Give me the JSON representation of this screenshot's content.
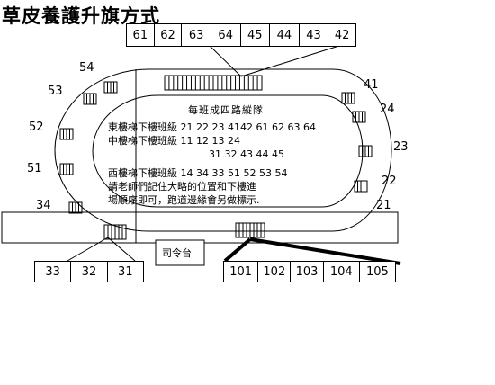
{
  "title": "草皮養護升旗方式",
  "top_row": [
    "61",
    "62",
    "63",
    "64",
    "45",
    "44",
    "43",
    "42"
  ],
  "left_row": [
    "33",
    "32",
    "31"
  ],
  "bottom_row": [
    "101",
    "102",
    "103",
    "104",
    "105"
  ],
  "left_labels": [
    "54",
    "53",
    "52",
    "51",
    "34"
  ],
  "right_labels": [
    "41",
    "24",
    "23",
    "22",
    "21"
  ],
  "panel": {
    "title": "每班成四路縱隊",
    "east": "東樓梯下樓班級 21 22 23 4142 61 62 63 64",
    "middle": "中樓梯下樓班級 11 12 13 24",
    "middle2": "31 32 43 44 45",
    "west": "西樓梯下樓班級 14 34 33 51 52 53  54",
    "note1": "請老師們記住大略的位置和下樓進",
    "note2": "場順序即可，跑道邊緣會另做標示."
  },
  "podium": "司令台"
}
